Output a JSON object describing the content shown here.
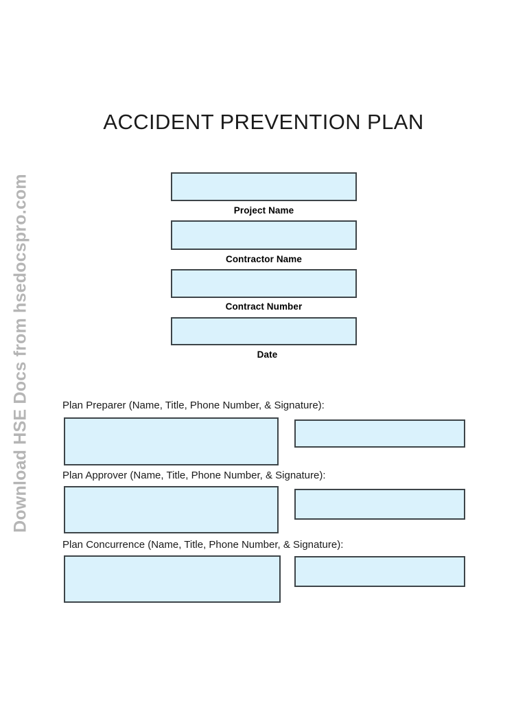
{
  "document": {
    "title": "ACCIDENT PREVENTION PLAN",
    "watermark": "Download HSE Docs from hsedocspro.com"
  },
  "colors": {
    "field_fill": "#daf2fc",
    "field_border": "#3d4448",
    "watermark": "#b5b5b5",
    "text": "#1a1a1a",
    "page_background": "#ffffff"
  },
  "header_fields": [
    {
      "label": "Project Name",
      "value": ""
    },
    {
      "label": "Contractor Name",
      "value": ""
    },
    {
      "label": "Contract Number",
      "value": ""
    },
    {
      "label": "Date",
      "value": ""
    }
  ],
  "signature_sections": [
    {
      "label": "Plan Preparer (Name, Title, Phone Number, & Signature):",
      "info_value": "",
      "signature_value": ""
    },
    {
      "label": "Plan Approver (Name, Title, Phone Number, & Signature):",
      "info_value": "",
      "signature_value": ""
    },
    {
      "label": "Plan Concurrence (Name, Title, Phone Number, & Signature):",
      "info_value": "",
      "signature_value": ""
    }
  ]
}
